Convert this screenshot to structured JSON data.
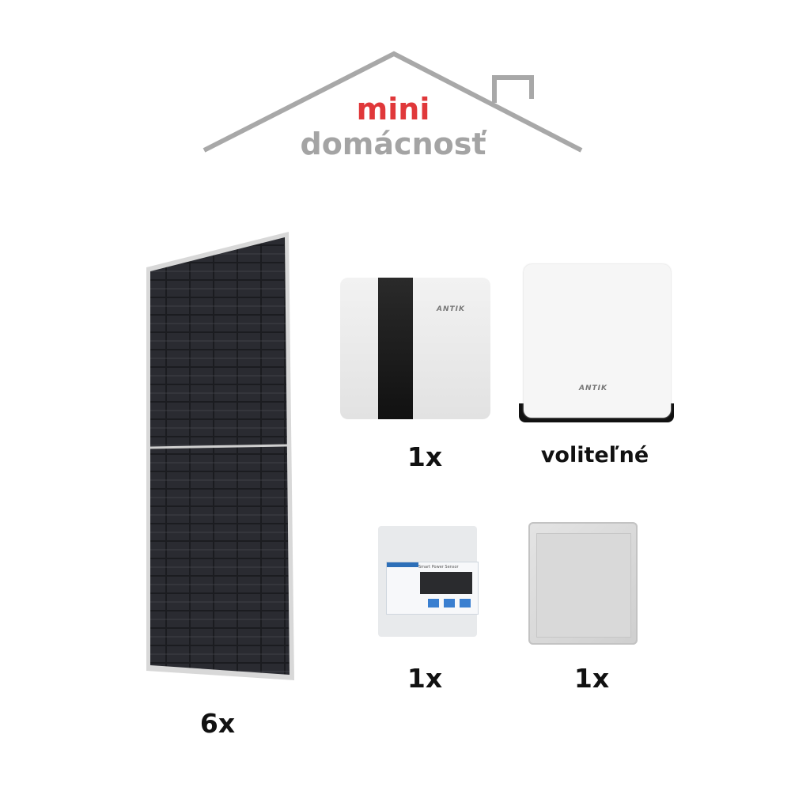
{
  "logo": {
    "line1": "mini",
    "line2": "domácnosť"
  },
  "brand": "ANTIK",
  "products": {
    "panel": {
      "quantity": "6x"
    },
    "inverter": {
      "quantity": "1x"
    },
    "battery": {
      "quantity": "voliteľné"
    },
    "meter": {
      "quantity": "1x",
      "label": "Smart Power Sensor"
    },
    "junction_box": {
      "quantity": "1x"
    }
  },
  "colors": {
    "accent": "#e0383a",
    "roof": "#a8a8a8"
  }
}
